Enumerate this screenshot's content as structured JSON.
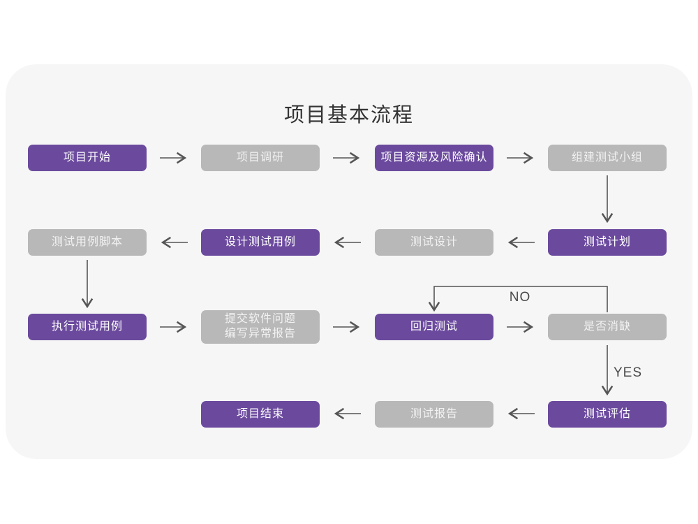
{
  "title": "项目基本流程",
  "colors": {
    "page_background": "#ffffff",
    "card_background": "#f6f6f6",
    "node_purple": "#6b4a9e",
    "node_gray": "#b8b8b8",
    "node_text": "#ffffff",
    "arrow": "#555555",
    "title_text": "#333333"
  },
  "nodes": [
    {
      "id": "start",
      "label": "项目开始",
      "variant": "purple"
    },
    {
      "id": "research",
      "label": "项目调研",
      "variant": "gray"
    },
    {
      "id": "resource-risk",
      "label": "项目资源及风险确认",
      "variant": "purple"
    },
    {
      "id": "team",
      "label": "组建测试小组",
      "variant": "gray"
    },
    {
      "id": "case-scripts",
      "label": "测试用例脚本",
      "variant": "gray"
    },
    {
      "id": "design-cases",
      "label": "设计测试用例",
      "variant": "purple"
    },
    {
      "id": "design",
      "label": "测试设计",
      "variant": "gray"
    },
    {
      "id": "plan",
      "label": "测试计划",
      "variant": "purple"
    },
    {
      "id": "execute",
      "label": "执行测试用例",
      "variant": "purple"
    },
    {
      "id": "submit-report",
      "label": "提交软件问题\n编写异常报告",
      "variant": "gray"
    },
    {
      "id": "regression",
      "label": "回归测试",
      "variant": "purple"
    },
    {
      "id": "defect-cleared",
      "label": "是否消缺",
      "variant": "gray"
    },
    {
      "id": "end",
      "label": "项目结束",
      "variant": "purple"
    },
    {
      "id": "report",
      "label": "测试报告",
      "variant": "gray"
    },
    {
      "id": "evaluate",
      "label": "测试评估",
      "variant": "purple"
    }
  ],
  "edges": [
    {
      "from": "start",
      "to": "research",
      "label": ""
    },
    {
      "from": "research",
      "to": "resource-risk",
      "label": ""
    },
    {
      "from": "resource-risk",
      "to": "team",
      "label": ""
    },
    {
      "from": "team",
      "to": "plan",
      "label": ""
    },
    {
      "from": "plan",
      "to": "design",
      "label": ""
    },
    {
      "from": "design",
      "to": "design-cases",
      "label": ""
    },
    {
      "from": "design-cases",
      "to": "case-scripts",
      "label": ""
    },
    {
      "from": "case-scripts",
      "to": "execute",
      "label": ""
    },
    {
      "from": "execute",
      "to": "submit-report",
      "label": ""
    },
    {
      "from": "submit-report",
      "to": "regression",
      "label": ""
    },
    {
      "from": "regression",
      "to": "defect-cleared",
      "label": ""
    },
    {
      "from": "defect-cleared",
      "to": "regression",
      "label": "NO"
    },
    {
      "from": "defect-cleared",
      "to": "evaluate",
      "label": "YES"
    },
    {
      "from": "evaluate",
      "to": "report",
      "label": ""
    },
    {
      "from": "report",
      "to": "end",
      "label": ""
    }
  ]
}
